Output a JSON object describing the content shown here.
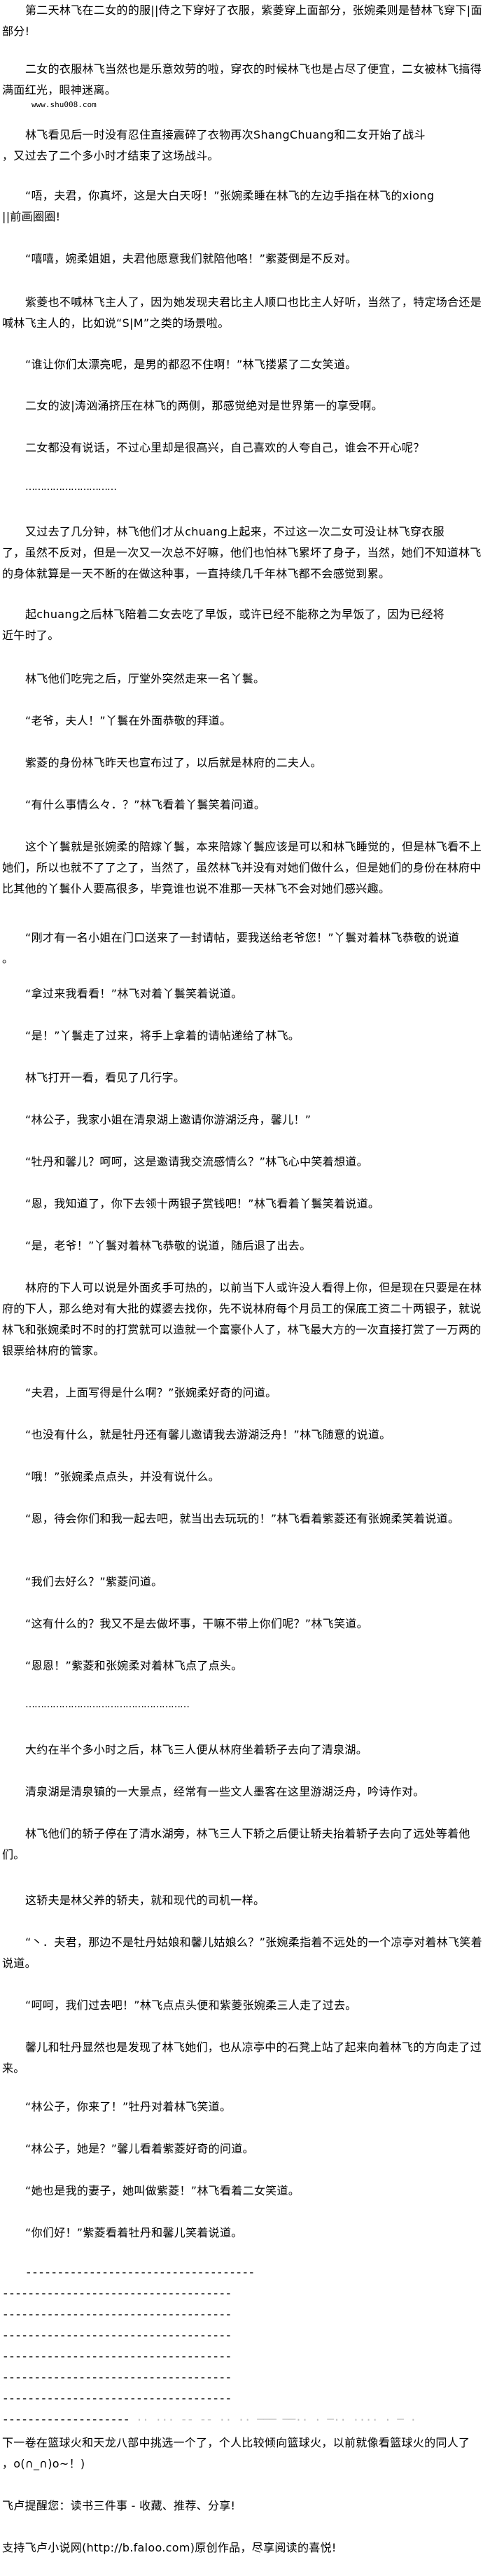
{
  "paragraphs": [
    "第二天林飞在二女的的服||侍之下穿好了衣服，紫菱穿上面部分，张婉柔则是替林飞穿下|面部分!",
    "二女的衣服林飞当然也是乐意效劳的啦，穿衣的时候林飞也是占尽了便宜，二女被林飞搞得满面红光，眼神迷离。",
    "林飞看见后一时没有忍住直接震碎了衣物再次ShangChuang和二女开始了战斗\n，又过去了二个多小时才结束了这场战斗。",
    "“唔，夫君，你真坏，这是大白天呀！”张婉柔睡在林飞的左边手指在林飞的xiong\n||前画圈圈!",
    "“嘻嘻，婉柔姐姐，夫君他愿意我们就陪他咯！”紫菱倒是不反对。",
    "紫菱也不喊林飞主人了，因为她发现夫君比主人顺口也比主人好听，当然了，特定场合还是喊林飞主人的，比如说“S|M”之类的场景啦。",
    "“谁让你们太漂亮呢，是男的都忍不住啊！”林飞搂紧了二女笑道。",
    "二女的波|涛汹涌挤压在林飞的两侧，那感觉绝对是世界第一的享受啊。",
    "二女都没有说话，不过心里却是很高兴，自己喜欢的人夸自己，谁会不开心呢？",
    "又过去了几分钟，林飞他们才从chuang上起来，不过这一次二女可没让林飞穿衣服\n了，虽然不反对，但是一次又一次总不好嘛，他们也怕林飞累坏了身子，当然，她们不知道林飞的身体就算是一天不断的在做这种事，一直持续几千年林飞都不会感觉到累。",
    "起chuang之后林飞陪着二女去吃了早饭，或许已经不能称之为早饭了，因为已经将\n近午时了。",
    "林飞他们吃完之后，厅堂外突然走来一名丫鬟。",
    "“老爷，夫人！”丫鬟在外面恭敬的拜道。",
    "紫菱的身份林飞昨天也宣布过了，以后就是林府的二夫人。",
    "“有什么事情么々．？”林飞看着丫鬟笑着问道。",
    "这个丫鬟就是张婉柔的陪嫁丫鬟，本来陪嫁丫鬟应该是可以和林飞睡觉的，但是林飞看不上她们，所以也就不了了之了，当然了，虽然林飞并没有对她们做什么，但是她们的身份在林府中比其他的丫鬟仆人要高很多，毕竟谁也说不准那一天林飞不会对她们感兴趣。",
    "“刚才有一名小姐在门口送来了一封请帖，要我送给老爷您！”丫鬟对着林飞恭敬的说道\n。",
    "“拿过来我看看！”林飞对着丫鬟笑着说道。",
    "“是！”丫鬟走了过来，将手上拿着的请帖递给了林飞。",
    "林飞打开一看，看见了几行字。",
    "“林公子，我家小姐在清泉湖上邀请你游湖泛舟，馨儿！”",
    "“牡丹和馨儿？呵呵，这是邀请我交流感情么？”林飞心中笑着想道。",
    "“恩，我知道了，你下去领十两银子赏钱吧！”林飞看着丫鬟笑着说道。",
    "“是，老爷！”丫鬟对着林飞恭敬的说道，随后退了出去。",
    "林府的下人可以说是外面炙手可热的，以前当下人或许没人看得上你，但是现在只要是在林府的下人，那么绝对有大批的媒婆去找你，先不说林府每个月员工的保底工资二十两银子，就说林飞和张婉柔时不时的打赏就可以造就一个富豪仆人了，林飞最大方的一次直接打赏了一万两的银票给林府的管家。",
    "“夫君，上面写得是什么啊？”张婉柔好奇的问道。",
    "“也没有什么，就是牡丹还有馨儿邀请我去游湖泛舟！”林飞随意的说道。",
    "“哦！”张婉柔点点头，并没有说什么。",
    "“恩，待会你们和我一起去吧，就当出去玩玩的！”林飞看着紫菱还有张婉柔笑着说道。",
    "“我们去好么？”紫菱问道。",
    "“这有什么的？我又不是去做坏事，干嘛不带上你们呢？”林飞笑道。",
    "“恩恩！”紫菱和张婉柔对着林飞点了点头。",
    "大约在半个多小时之后，林飞三人便从林府坐着轿子去向了清泉湖。",
    "清泉湖是清泉镇的一大景点，经常有一些文人墨客在这里游湖泛舟，吟诗作对。",
    "林飞他们的轿子停在了清水湖旁，林飞三人下轿之后便让轿夫抬着轿子去向了远处等着他们。",
    "这轿夫是林父养的轿夫，就和现代的司机一样。",
    "“丶．夫君，那边不是牡丹姑娘和馨儿姑娘么？”张婉柔指着不远处的一个凉亭对着林飞笑着说道。",
    "“呵呵，我们过去吧！”林飞点点头便和紫菱张婉柔三人走了过去。",
    "馨儿和牡丹显然也是发现了林飞她们，也从凉亭中的石凳上站了起来向着林飞的方向走了过来。",
    "“林公子，你来了！”牡丹对着林飞笑道。",
    "“林公子，她是？”馨儿看着紫菱好奇的问道。",
    "“她也是我的妻子，她叫做紫菱！”林飞看着二女笑道。",
    "“你们好！”紫菱看着牡丹和馨儿笑着说道。"
  ],
  "watermark_url": "www.shu008.com",
  "ellipsis_short": "…………………………",
  "ellipsis_long": "………………………………………………",
  "separator": "------------------------------------",
  "separator_short": "--------------------",
  "separator_tail": "·· ··· -- -- ·· ·· ─── ──·· · ─·· ···· · ─ ·",
  "author_note": "下一卷在篮球火和天龙八部中挑选一个了，个人比较倾向篮球火，以前就像看篮球火的同人了\n，o(∩_∩)o~！)",
  "footer": {
    "reminder": "飞卢提醒您：读书三件事 - 收藏、推荐、分享!",
    "support": "支持飞卢小说网(http://b.faloo.com)原创作品，尽享阅读的喜悦!"
  }
}
